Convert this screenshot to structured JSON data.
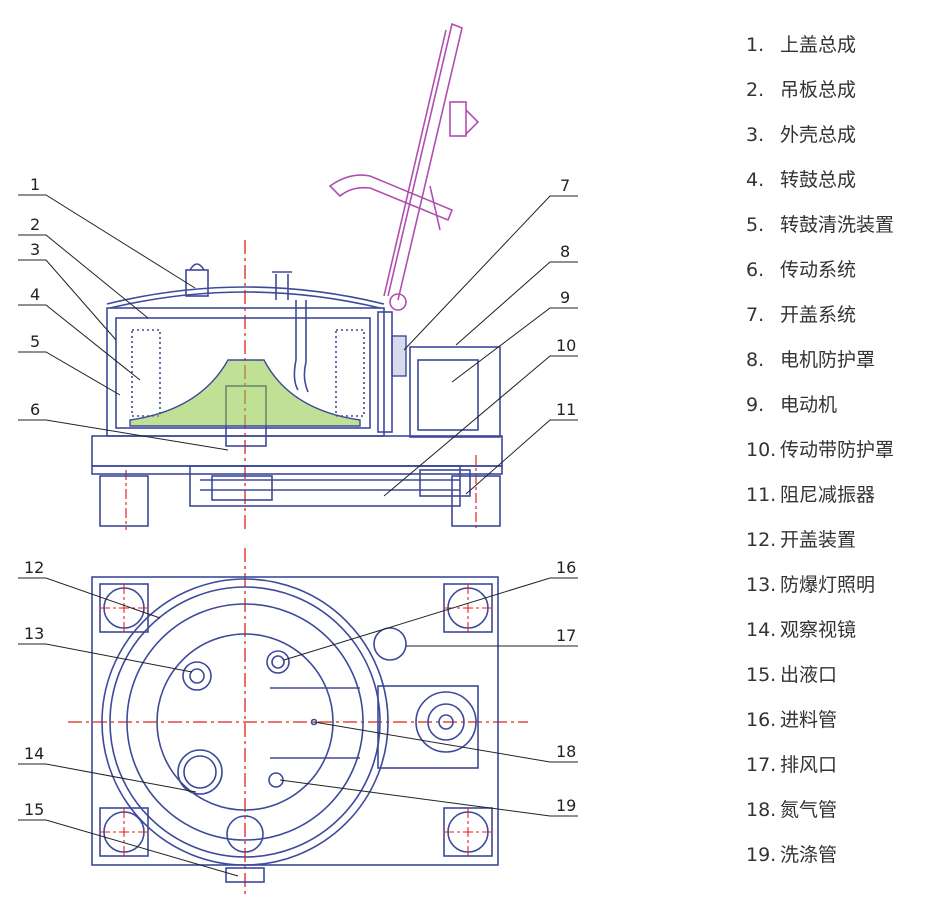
{
  "callouts": [
    "1",
    "2",
    "3",
    "4",
    "5",
    "6",
    "7",
    "8",
    "9",
    "10",
    "11",
    "12",
    "13",
    "14",
    "15",
    "16",
    "17",
    "18",
    "19"
  ],
  "legend": [
    {
      "num": "1.",
      "label": "上盖总成"
    },
    {
      "num": "2.",
      "label": "吊板总成"
    },
    {
      "num": "3.",
      "label": "外壳总成"
    },
    {
      "num": "4.",
      "label": "转鼓总成"
    },
    {
      "num": "5.",
      "label": "转鼓清洗装置"
    },
    {
      "num": "6.",
      "label": "传动系统"
    },
    {
      "num": "7.",
      "label": "开盖系统"
    },
    {
      "num": "8.",
      "label": "电机防护罩"
    },
    {
      "num": "9.",
      "label": "电动机"
    },
    {
      "num": "10.",
      "label": "传动带防护罩"
    },
    {
      "num": "11.",
      "label": "阻尼减振器"
    },
    {
      "num": "12.",
      "label": "开盖装置"
    },
    {
      "num": "13.",
      "label": "防爆灯照明"
    },
    {
      "num": "14.",
      "label": "观察视镜"
    },
    {
      "num": "15.",
      "label": "出液口"
    },
    {
      "num": "16.",
      "label": "进料管"
    },
    {
      "num": "17.",
      "label": "排风口"
    },
    {
      "num": "18.",
      "label": "氮气管"
    },
    {
      "num": "19.",
      "label": "洗涤管"
    }
  ],
  "colors": {
    "outline": "#3d4a9a",
    "centerline": "#e2231a",
    "lid": "#b04fb0",
    "cone": "#8cc63f",
    "leader": "#222222"
  }
}
